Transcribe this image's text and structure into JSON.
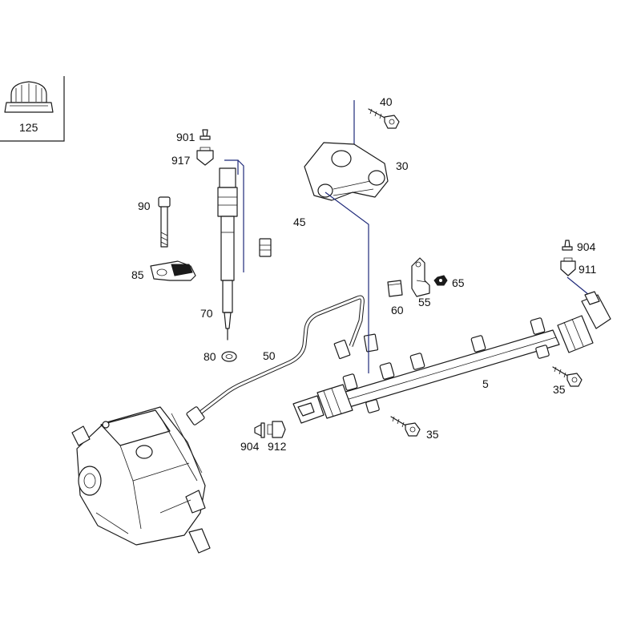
{
  "callouts": {
    "c125": "125",
    "c901": "901",
    "c917": "917",
    "c90": "90",
    "c85": "85",
    "c70": "70",
    "c80": "80",
    "c50": "50",
    "c45": "45",
    "c40": "40",
    "c30": "30",
    "c60": "60",
    "c55": "55",
    "c65": "65",
    "c904a": "904",
    "c911": "911",
    "c5": "5",
    "c35a": "35",
    "c35b": "35",
    "c904b": "904",
    "c912": "912"
  },
  "colors": {
    "line": "#1a1a1a",
    "leader": "#1f2a7a",
    "background": "#ffffff"
  }
}
